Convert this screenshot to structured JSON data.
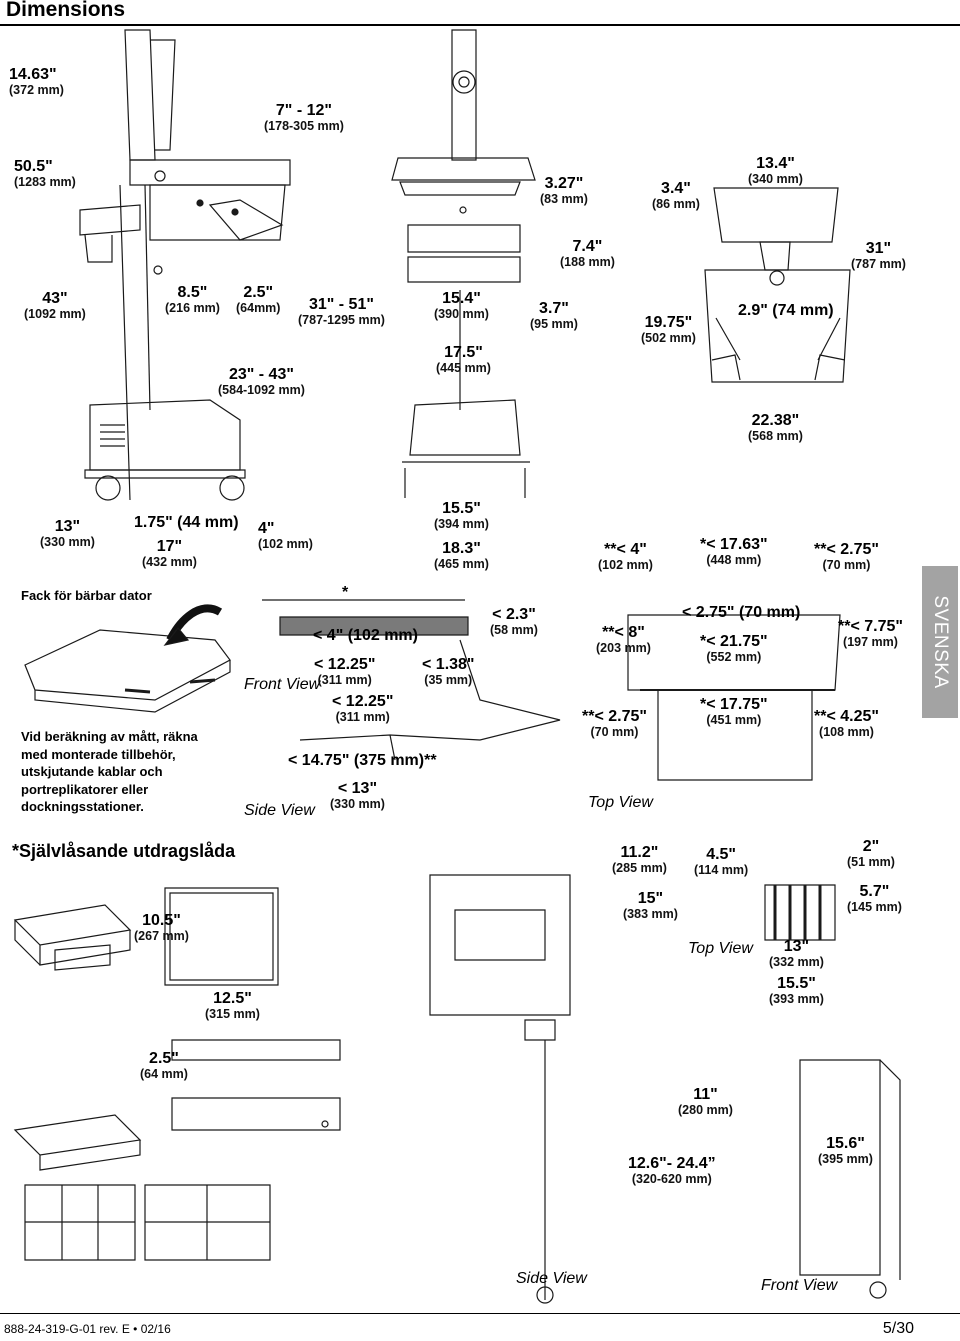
{
  "title": "Dimensions",
  "language_tab": "SVENSKA",
  "colors": {
    "tab_background": "#a3a3a3",
    "dimension_line": "#1a1a1a"
  },
  "top_dims": [
    {
      "id": "d1",
      "value": "14.63\"",
      "metric": "(372 mm)"
    },
    {
      "id": "d2",
      "value": "7\" - 12\"",
      "metric": "(178-305 mm)"
    },
    {
      "id": "d3",
      "value": "50.5\"",
      "metric": "(1283 mm)"
    },
    {
      "id": "d4",
      "value": "43\"",
      "metric": "(1092 mm)"
    },
    {
      "id": "d5",
      "value": "8.5\"",
      "metric": "(216 mm)"
    },
    {
      "id": "d6",
      "value": "2.5\"",
      "metric": "(64mm)"
    },
    {
      "id": "d7",
      "value": "31\" - 51\"",
      "metric": "(787-1295 mm)"
    },
    {
      "id": "d8",
      "value": "23\" - 43\"",
      "metric": "(584-1092 mm)"
    },
    {
      "id": "d9",
      "value": "3.27\"",
      "metric": "(83 mm)"
    },
    {
      "id": "d10",
      "value": "7.4\"",
      "metric": "(188 mm)"
    },
    {
      "id": "d11",
      "value": "15.4\"",
      "metric": "(390 mm)"
    },
    {
      "id": "d12",
      "value": "3.7\"",
      "metric": "(95 mm)"
    },
    {
      "id": "d13",
      "value": "17.5\"",
      "metric": "(445 mm)"
    },
    {
      "id": "d14",
      "value": "3.4\"",
      "metric": "(86 mm)"
    },
    {
      "id": "d15",
      "value": "13.4\"",
      "metric": "(340 mm)"
    },
    {
      "id": "d16",
      "value": "31\"",
      "metric": "(787 mm)"
    },
    {
      "id": "d17",
      "value": "19.75\"",
      "metric": "(502 mm)"
    },
    {
      "id": "d18",
      "value": "2.9\" (74 mm)",
      "metric": ""
    },
    {
      "id": "d19",
      "value": "22.38\"",
      "metric": "(568 mm)"
    },
    {
      "id": "d20",
      "value": "13\"",
      "metric": "(330 mm)"
    },
    {
      "id": "d21",
      "value": "1.75\" (44 mm)",
      "metric": ""
    },
    {
      "id": "d22",
      "value": "17\"",
      "metric": "(432 mm)"
    },
    {
      "id": "d23",
      "value": "4\"",
      "metric": "(102 mm)"
    },
    {
      "id": "d24",
      "value": "15.5\"",
      "metric": "(394 mm)"
    },
    {
      "id": "d25",
      "value": "18.3\"",
      "metric": "(465 mm)"
    }
  ],
  "laptop_section": {
    "caption": "Fack för bärbar dator",
    "note": "Vid beräkning av mått, räkna med monterade tillbehör, utskjutande kablar och portreplikatorer eller dockningsstationer.",
    "star": "*",
    "front_view": "Front View",
    "side_view": "Side View",
    "top_view": "Top View",
    "dims": [
      {
        "id": "l1",
        "value": "< 4\" (102 mm)",
        "metric": ""
      },
      {
        "id": "l2",
        "value": "< 12.25\"",
        "metric": "(311 mm)"
      },
      {
        "id": "l3",
        "value": "< 12.25\"",
        "metric": "(311 mm)"
      },
      {
        "id": "l4",
        "value": "< 1.38\"",
        "metric": "(35 mm)"
      },
      {
        "id": "l5",
        "value": "< 2.3\"",
        "metric": "(58 mm)"
      },
      {
        "id": "l6",
        "value": "< 14.75\" (375 mm)**",
        "metric": ""
      },
      {
        "id": "l7",
        "value": "< 13\"",
        "metric": "(330 mm)"
      },
      {
        "id": "l8",
        "value": "**< 4\"",
        "metric": "(102 mm)"
      },
      {
        "id": "l9",
        "value": "*< 17.63\"",
        "metric": "(448 mm)"
      },
      {
        "id": "l10",
        "value": "**< 2.75\"",
        "metric": "(70 mm)"
      },
      {
        "id": "l11",
        "value": "**< 8\"",
        "metric": "(203 mm)"
      },
      {
        "id": "l12",
        "value": "< 2.75\" (70 mm)",
        "metric": ""
      },
      {
        "id": "l13",
        "value": "*< 21.75\"",
        "metric": "(552 mm)"
      },
      {
        "id": "l14",
        "value": "**< 7.75\"",
        "metric": "(197 mm)"
      },
      {
        "id": "l15",
        "value": "**< 2.75\"",
        "metric": "(70 mm)"
      },
      {
        "id": "l16",
        "value": "*< 17.75\"",
        "metric": "(451 mm)"
      },
      {
        "id": "l17",
        "value": "**< 4.25\"",
        "metric": "(108 mm)"
      }
    ]
  },
  "drawer_section": {
    "heading": "*Självlåsande utdragslåda",
    "top_view": "Top View",
    "side_view": "Side View",
    "front_view": "Front View",
    "dims": [
      {
        "id": "b1",
        "value": "10.5\"",
        "metric": "(267 mm)"
      },
      {
        "id": "b2",
        "value": "12.5\"",
        "metric": "(315 mm)"
      },
      {
        "id": "b3",
        "value": "2.5\"",
        "metric": "(64 mm)"
      },
      {
        "id": "b4",
        "value": "11.2\"",
        "metric": "(285 mm)"
      },
      {
        "id": "b5",
        "value": "4.5\"",
        "metric": "(114 mm)"
      },
      {
        "id": "b6",
        "value": "2\"",
        "metric": "(51 mm)"
      },
      {
        "id": "b7",
        "value": "15\"",
        "metric": "(383 mm)"
      },
      {
        "id": "b8",
        "value": "5.7\"",
        "metric": "(145 mm)"
      },
      {
        "id": "b9",
        "value": "13\"",
        "metric": "(332 mm)"
      },
      {
        "id": "b10",
        "value": "15.5\"",
        "metric": "(393 mm)"
      },
      {
        "id": "b11",
        "value": "11\"",
        "metric": "(280 mm)"
      },
      {
        "id": "b12",
        "value": "15.6\"",
        "metric": "(395 mm)"
      },
      {
        "id": "b13",
        "value": "12.6\"- 24.4”",
        "metric": "(320-620 mm)"
      }
    ]
  },
  "footer": {
    "doc_number": "888-24-319-G-01 rev. E • 02/16",
    "page": "5/30"
  }
}
